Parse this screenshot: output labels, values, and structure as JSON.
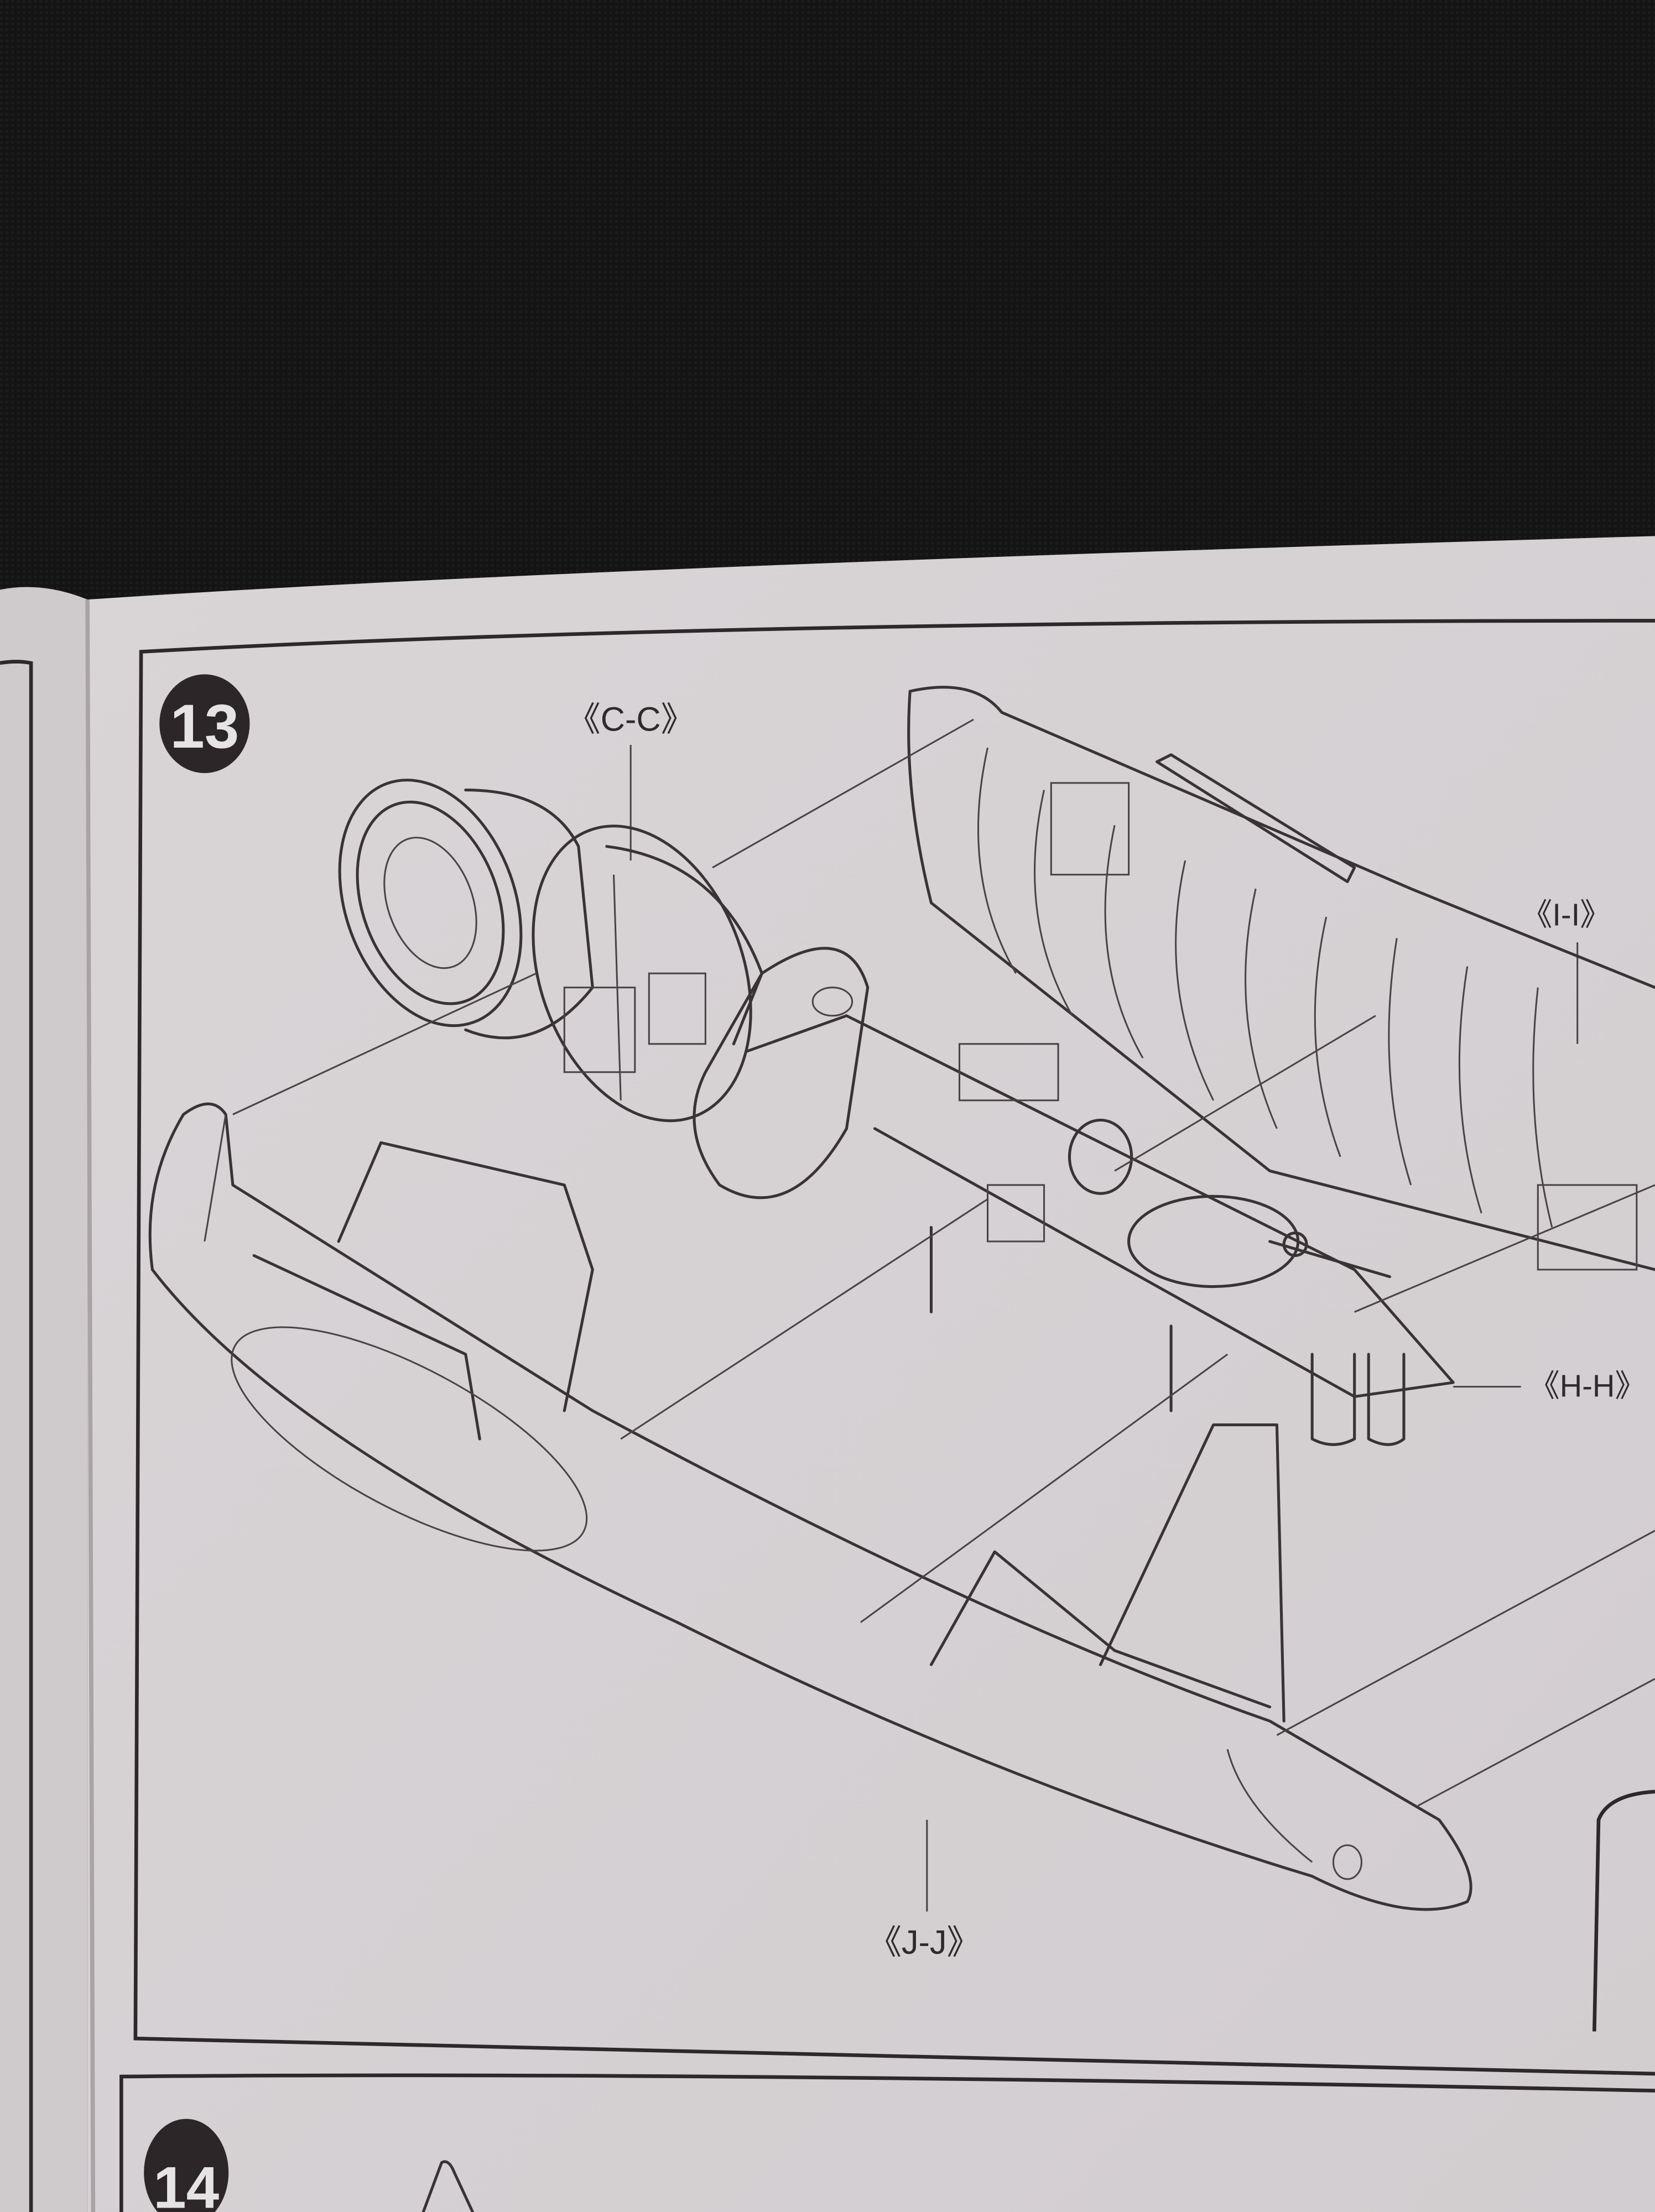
{
  "document": {
    "type": "model kit assembly instructions (photographed)",
    "steps": [
      {
        "number": "13",
        "labels": {
          "cc": "《C-C》",
          "ii": "《I-I》",
          "hh": "《H-H》",
          "jj": "《J-J》"
        }
      },
      {
        "number": "14"
      }
    ]
  },
  "colors": {
    "background": "#111111",
    "paper": "#dcd8da",
    "ink": "#2f2a2c"
  }
}
